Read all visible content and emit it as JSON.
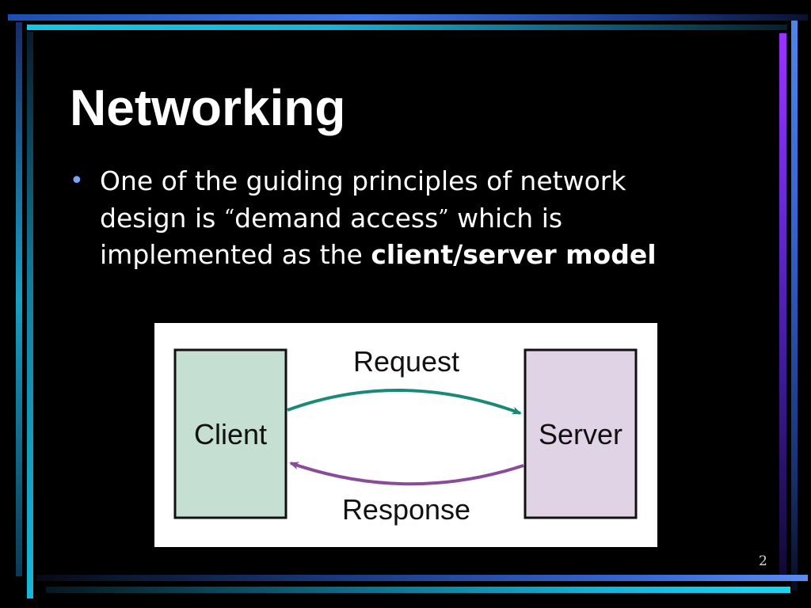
{
  "slide": {
    "title": "Networking",
    "bullet": {
      "text_before": "One of the guiding principles of network design is ",
      "open_quote": "“",
      "quoted": "demand access",
      "close_quote": "”",
      "text_after": " which is implemented as the ",
      "bold": "client/server model"
    },
    "page_number": "2"
  },
  "diagram": {
    "client_label": "Client",
    "server_label": "Server",
    "request_label": "Request",
    "response_label": "Response",
    "colors": {
      "client_fill": "#c5e0d2",
      "server_fill": "#e0d3e5",
      "request_arrow": "#1a8a78",
      "response_arrow": "#8a4c98"
    }
  },
  "theme": {
    "background": "#000000",
    "text": "#ffffff",
    "bullet": "#7aa2ff"
  }
}
